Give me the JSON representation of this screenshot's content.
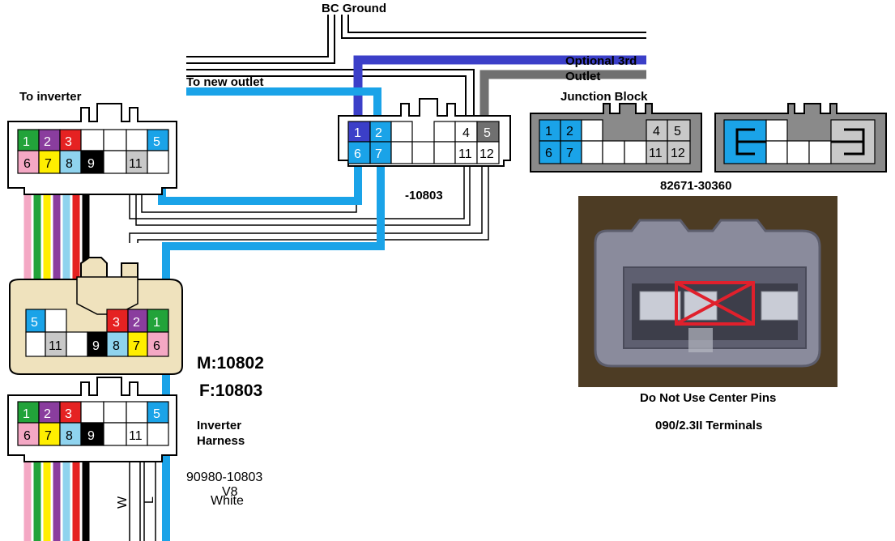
{
  "labels": {
    "bc_ground": "BC Ground",
    "optional_3rd": "Optional 3rd",
    "outlet": "Outlet",
    "to_new_outlet": "To new outlet",
    "to_inverter": "To inverter",
    "junction_block": "Junction Block",
    "connector_10803": "-10803",
    "part_82671": "82671-30360",
    "do_not_use": "Do Not Use Center Pins",
    "terminals": "090/2.3II Terminals",
    "male": "M:10802",
    "female": "F:10803",
    "inverter_harness_1": "Inverter",
    "inverter_harness_2": "Harness",
    "part_90980": "90980-10803",
    "v8": "V8",
    "white": "White",
    "wire_w": "W",
    "wire_l": "L"
  },
  "pins": {
    "p1": "1",
    "p2": "2",
    "p3": "3",
    "p4": "4",
    "p5": "5",
    "p6": "6",
    "p7": "7",
    "p8": "8",
    "p9": "9",
    "p11": "11",
    "p12": "12"
  },
  "colors": {
    "blue_wire": "#1aa3e8",
    "dark_blue_wire": "#3b3fc8",
    "gray_wire": "#707070",
    "green": "#22a33a",
    "purple": "#8a3d9e",
    "red": "#e52222",
    "pink": "#f4a8c4",
    "yellow": "#ffee00",
    "light_blue": "#8fd3ee",
    "black": "#000000",
    "gray_cell": "#c8c8c8",
    "connector_body_tan": "#efe2bd",
    "junction_body": "#8a8a8a",
    "x_mark": "#e0202c"
  }
}
